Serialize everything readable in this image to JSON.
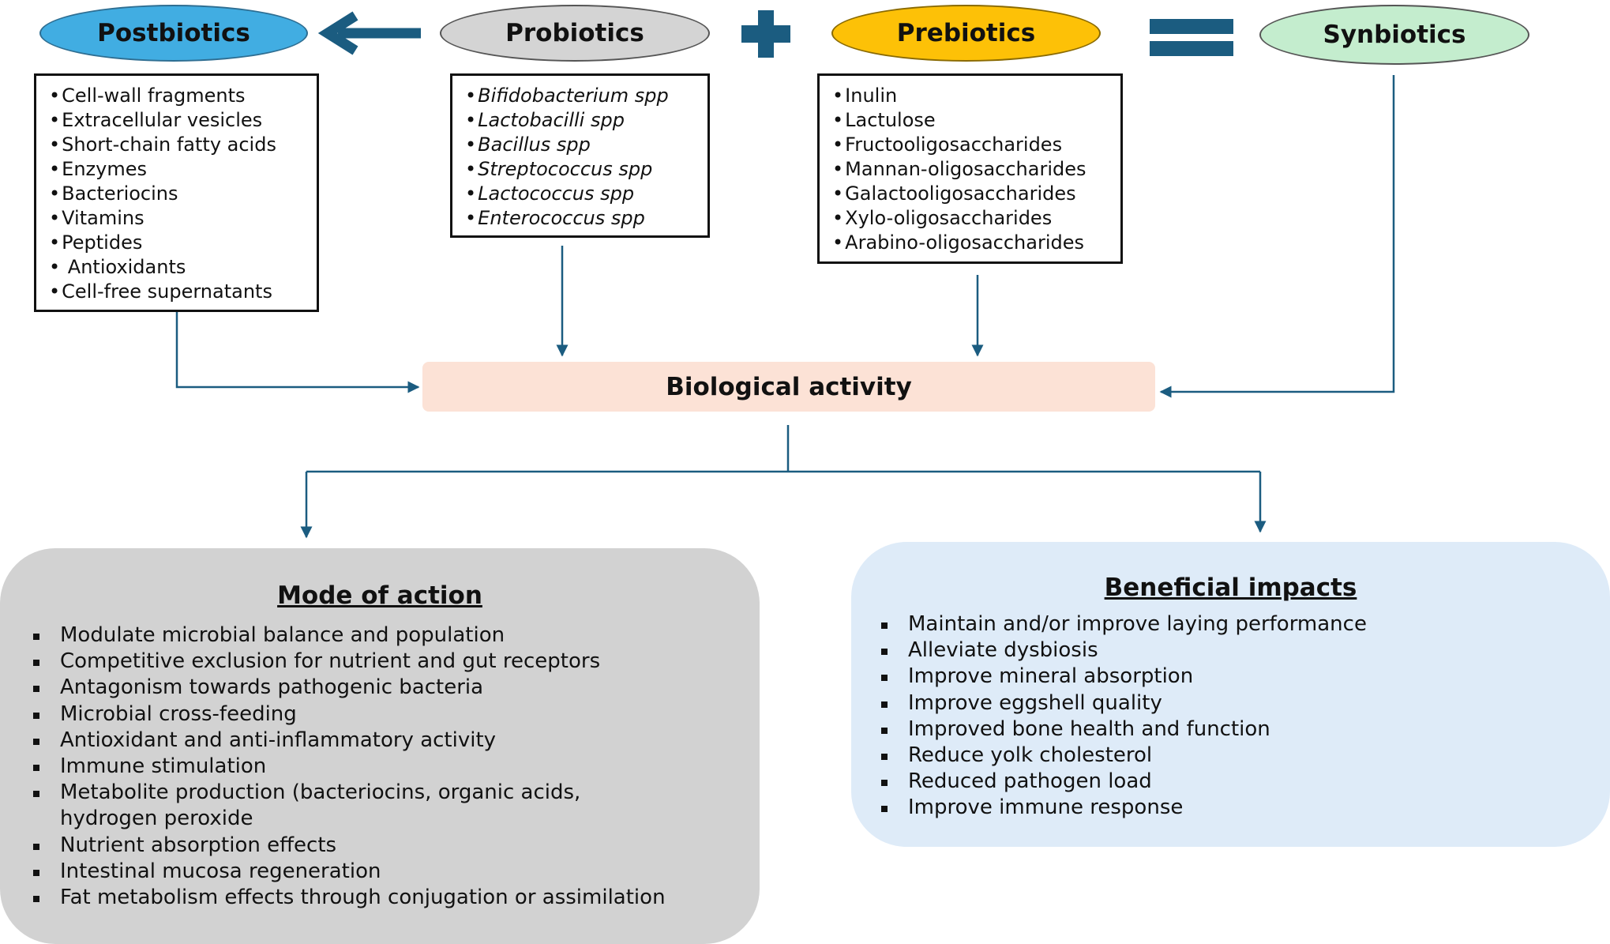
{
  "nodes": {
    "postbiotics": "Postbiotics",
    "probiotics": "Probiotics",
    "prebiotics": "Prebiotics",
    "synbiotics": "Synbiotics",
    "biological_activity": "Biological activity"
  },
  "postbiotics_list": [
    "Cell-wall fragments",
    "Extracellular vesicles",
    "Short-chain fatty acids",
    "Enzymes",
    "Bacteriocins",
    "Vitamins",
    "Peptides",
    " Antioxidants",
    "Cell-free supernatants"
  ],
  "probiotics_list": [
    "Bifidobacterium spp",
    "Lactobacilli spp",
    "Bacillus spp",
    "Streptococcus spp",
    "Lactococcus spp",
    "Enterococcus spp"
  ],
  "prebiotics_list": [
    "Inulin",
    "Lactulose",
    "Fructooligosaccharides",
    "Mannan-oligosaccharides",
    "Galactooligosaccharides",
    "Xylo-oligosaccharides",
    "Arabino-oligosaccharides"
  ],
  "mode_of_action": {
    "title": "Mode of action",
    "items": [
      "Modulate microbial balance and population",
      "Competitive exclusion for nutrient and gut receptors",
      "Antagonism towards pathogenic bacteria",
      "Microbial cross-feeding",
      "Antioxidant and anti-inflammatory activity",
      "Immune stimulation",
      "Metabolite production (bacteriocins, organic acids,",
      "hydrogen peroxide",
      "Nutrient absorption effects",
      "Intestinal mucosa regeneration",
      "Fat metabolism effects through conjugation or assimilation"
    ]
  },
  "beneficial_impacts": {
    "title": "Beneficial impacts",
    "items": [
      "Maintain and/or improve laying performance",
      "Alleviate dysbiosis",
      "Improve mineral absorption",
      "Improve eggshell quality",
      "Improved bone health and function",
      "Reduce yolk cholesterol",
      "Reduced pathogen load",
      "Improve immune response"
    ]
  },
  "colors": {
    "postbiotics": "#41ade2",
    "probiotics": "#d4d4d4",
    "prebiotics": "#fdc107",
    "synbiotics": "#c4edce",
    "biological_activity": "#fce2d6",
    "mode_panel": "#d2d2d2",
    "benefit_panel": "#deebf8",
    "connector": "#1b5c80"
  }
}
